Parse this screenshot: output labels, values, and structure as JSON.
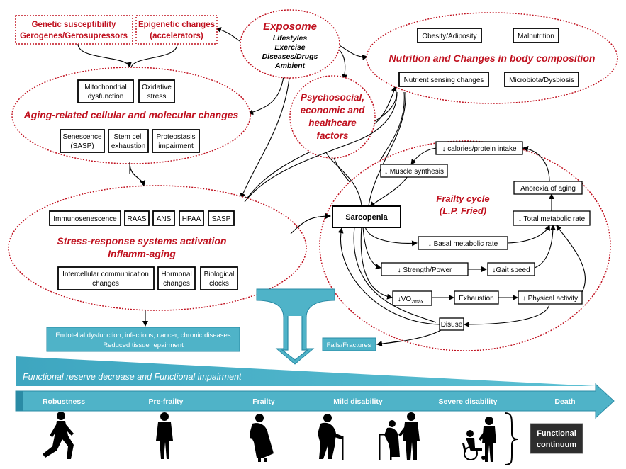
{
  "colors": {
    "red": "#c0111f",
    "teal": "#4fb3c8",
    "teal_dark": "#2a8ba5",
    "box_black": "#000000",
    "functional_box": "#2e2e2e"
  },
  "top_left": {
    "genetic_line1": "Genetic susceptibility",
    "genetic_line2": "Gerogenes/Gerosupressors",
    "epigenetic_line1": "Epigenetic changes",
    "epigenetic_line2": "(accelerators)"
  },
  "exposome": {
    "title": "Exposome",
    "items": [
      "Lifestyles",
      "Exercise",
      "Diseases/Drugs",
      "Ambient"
    ]
  },
  "cellular": {
    "title": "Aging-related cellular and molecular changes",
    "boxes": {
      "mito_1": "Mitochondrial",
      "mito_2": "dysfunction",
      "oxid_1": "Oxidative",
      "oxid_2": "stress",
      "sen_1": "Senescence",
      "sen_2": "(SASP)",
      "stem_1": "Stem cell",
      "stem_2": "exhaustion",
      "prot_1": "Proteostasis",
      "prot_2": "impairment"
    }
  },
  "nutrition": {
    "title": "Nutrition and Changes in body composition",
    "obesity": "Obesity/Adiposity",
    "malnutrition": "Malnutrition",
    "nutrient": "Nutrient sensing changes",
    "microbiota": "Microbiota/Dysbiosis"
  },
  "psychosocial": {
    "line1": "Psychosocial,",
    "line2": "economic and",
    "line3": "healthcare",
    "line4": "factors"
  },
  "stress": {
    "title_line1": "Stress-response systems activation",
    "title_line2": "Inflamm-aging",
    "immuno": "Immunosenescence",
    "raas": "RAAS",
    "ans": "ANS",
    "hpaa": "HPAA",
    "sasp": "SASP",
    "inter_1": "Intercellular communication",
    "inter_2": "changes",
    "horm_1": "Hormonal",
    "horm_2": "changes",
    "bio_1": "Biological",
    "bio_2": "clocks"
  },
  "frailty": {
    "title_line1": "Frailty cycle",
    "title_line2": "(L.P. Fried)",
    "calories": "↓ calories/protein intake",
    "muscle": "↓ Muscle synthesis",
    "anorexia": "Anorexia of aging",
    "sarcopenia": "Sarcopenia",
    "total_metabolic": "↓ Total metabolic rate",
    "basal_metabolic": "↓ Basal metabolic rate",
    "strength": "↓ Strength/Power",
    "gait": "↓Gait speed",
    "vo2": "↓VO",
    "vo2_sub": "2máx",
    "exhaustion": "Exhaustion",
    "physical": "↓ Physical activity",
    "disuse": "Disuse"
  },
  "outcomes": {
    "endothelial_1": "Endotelial dysfunction, infections, cancer, chronic diseases",
    "endothelial_2": "Reduced tissue repairment",
    "falls": "Falls/Fractures"
  },
  "functional_reserve": "Functional reserve decrease and Functional impairment",
  "stages": [
    "Robustness",
    "Pre-frailty",
    "Frailty",
    "Mild disability",
    "Severe disability",
    "Death"
  ],
  "functional_continuum": {
    "line1": "Functional",
    "line2": "continuum"
  }
}
